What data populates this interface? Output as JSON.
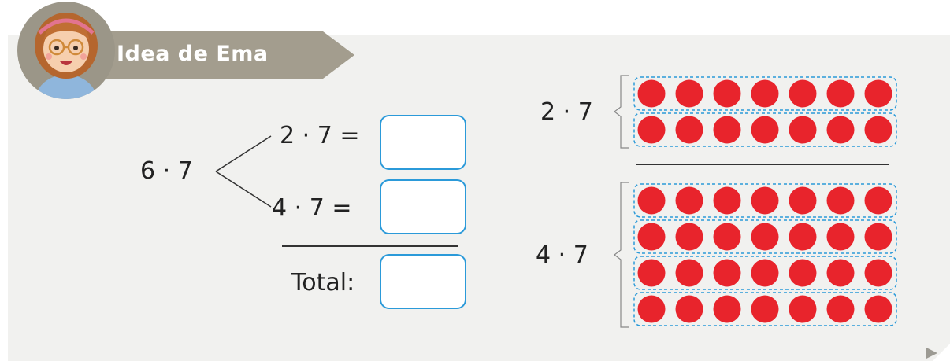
{
  "banner": {
    "title": "Idea de Ema"
  },
  "character": {
    "icon": "girl-with-glasses-avatar"
  },
  "decomposition": {
    "whole": "6 · 7",
    "part1": "2 · 7 =",
    "part2": "4 · 7 =",
    "total_label": "Total:"
  },
  "arrays": [
    {
      "label": "2 · 7",
      "rows": 2,
      "cols": 7
    },
    {
      "label": "4 · 7",
      "rows": 4,
      "cols": 7
    }
  ],
  "colors": {
    "counter": "#e8242c",
    "outline": "#2b9ad9",
    "banner": "#a39d8e",
    "card": "#f1f1ef"
  }
}
